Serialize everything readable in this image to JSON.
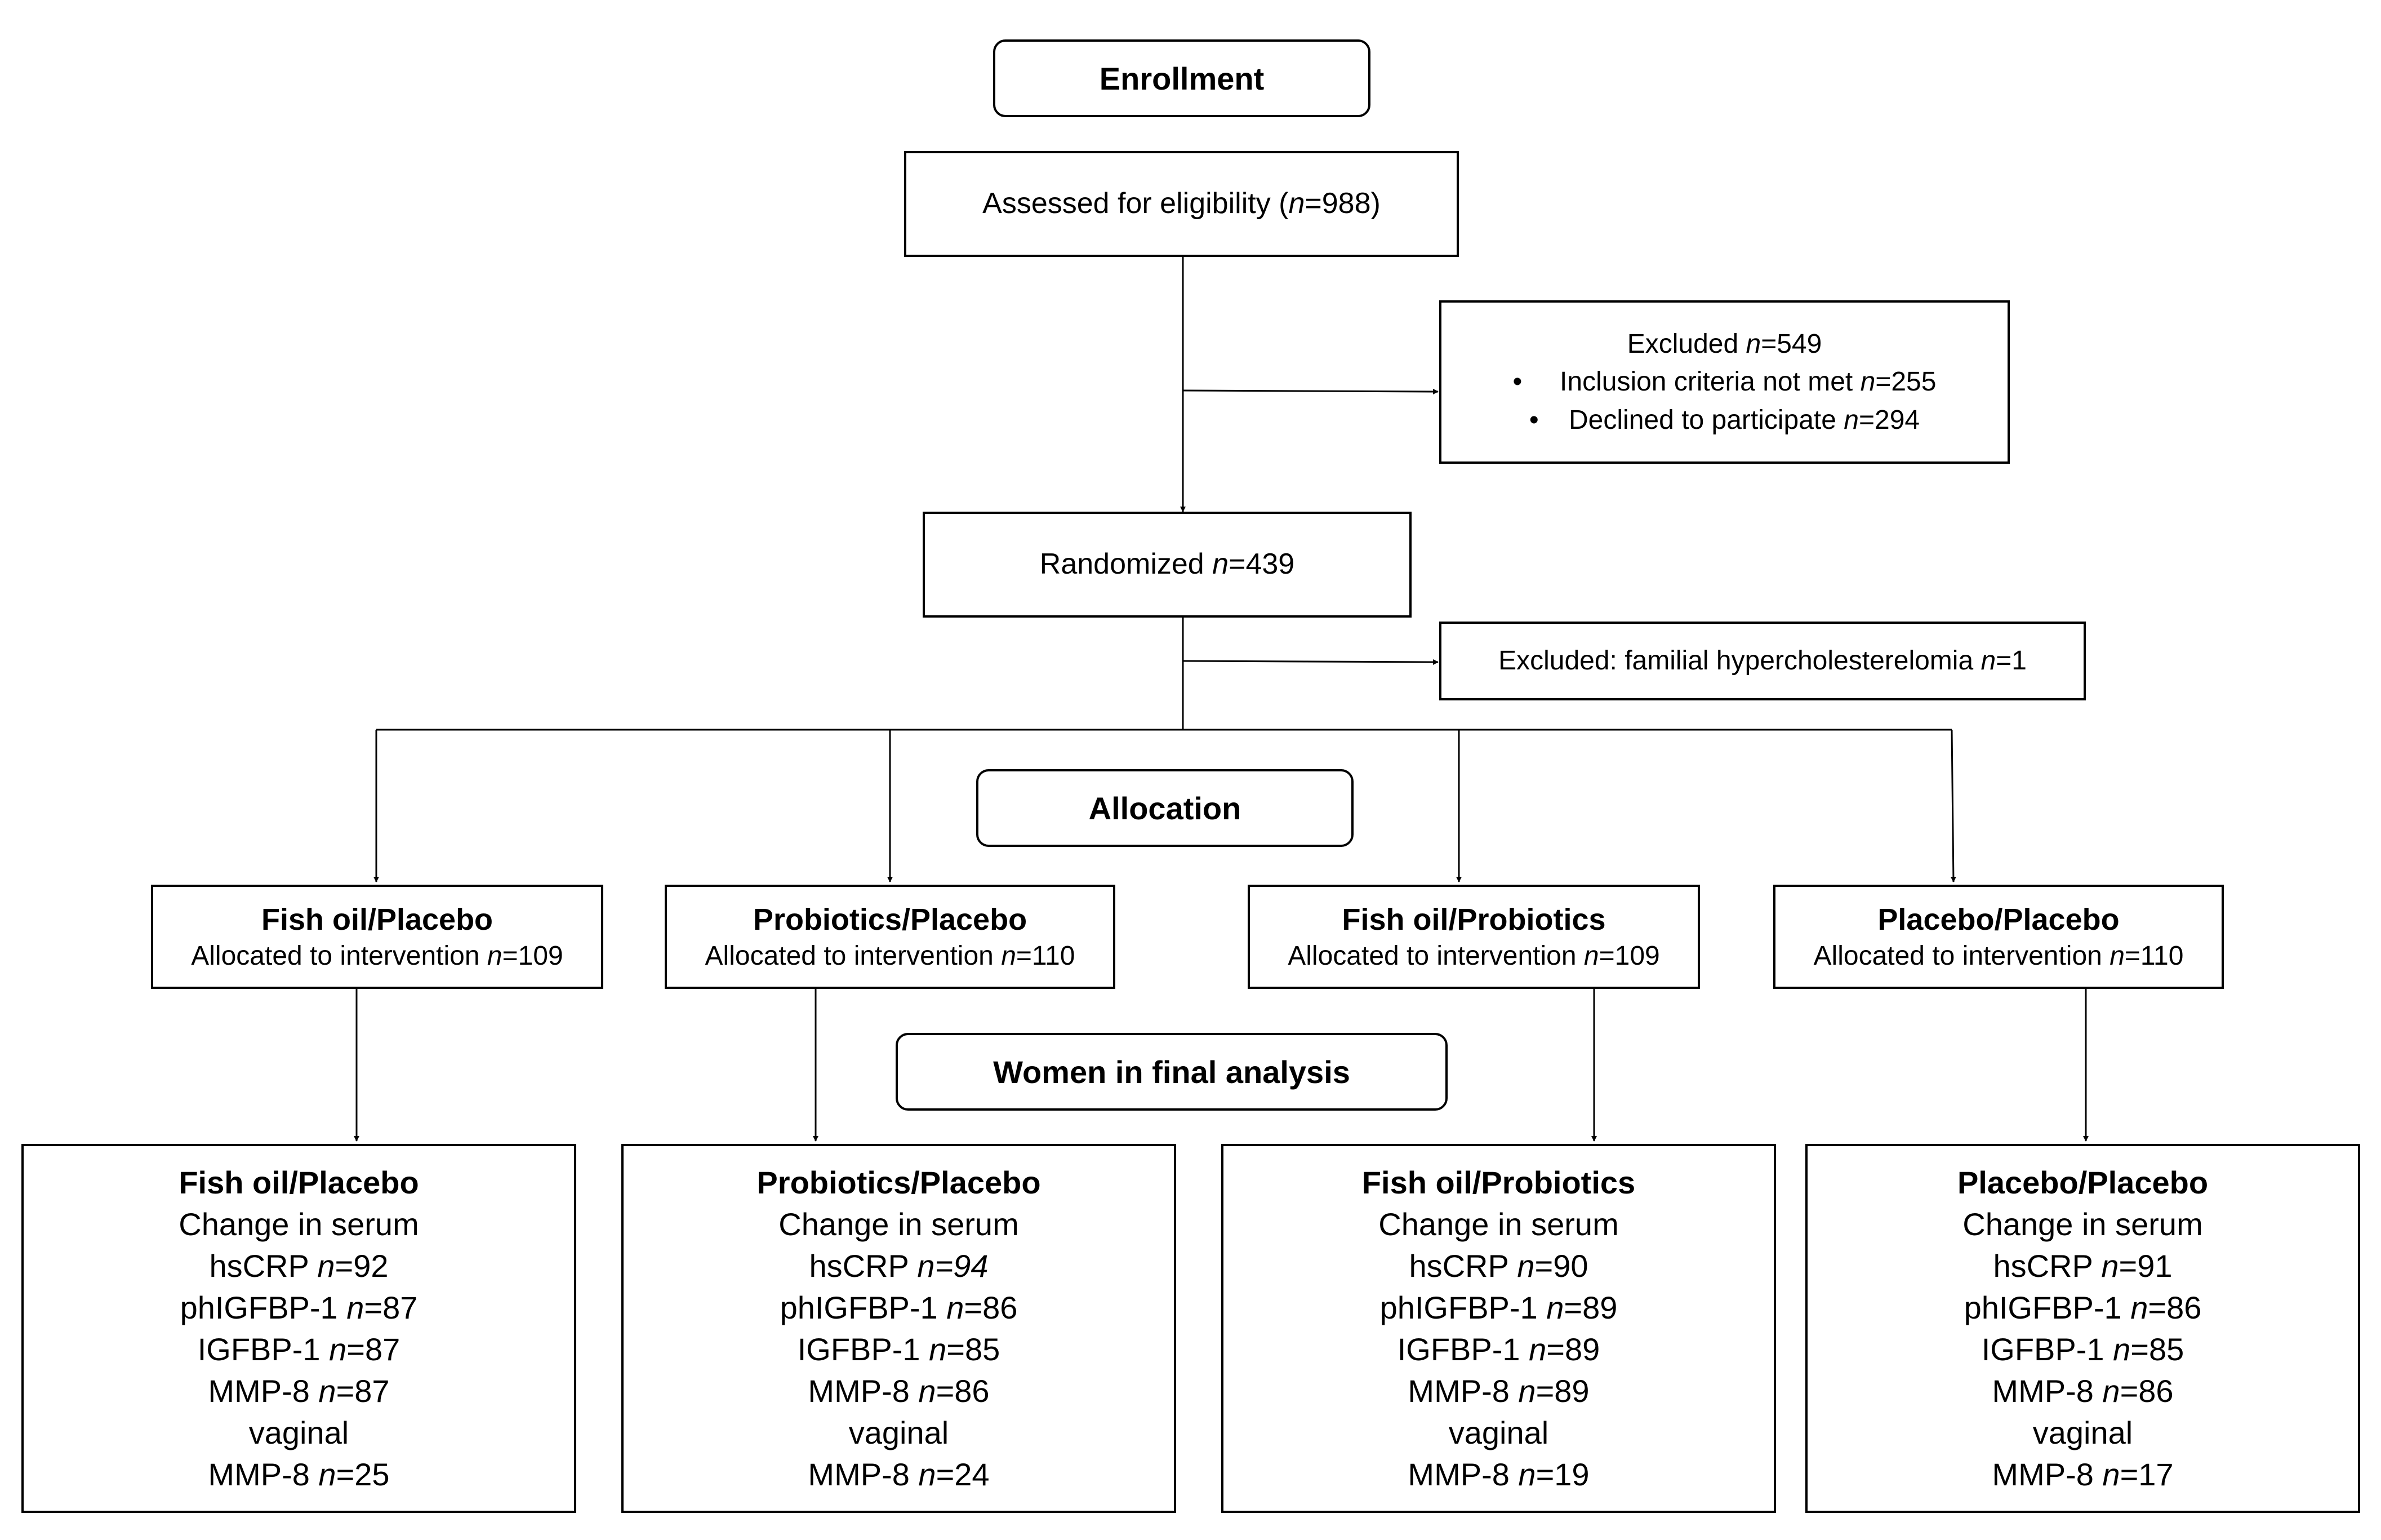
{
  "sections": {
    "enrollment": "Enrollment",
    "allocation": "Allocation",
    "final_analysis": "Women in final analysis"
  },
  "assessed": {
    "label": "Assessed for eligibility (",
    "n_symbol": "n",
    "value": "=988)"
  },
  "excluded_main": {
    "line1_label": "Excluded ",
    "line1_n": "n",
    "line1_value": "=549",
    "bullets": [
      {
        "bullet": "•",
        "label": "Inclusion criteria not met ",
        "n": "n",
        "value": "=255"
      },
      {
        "bullet": "•",
        "label": "Declined to participate ",
        "n": "n",
        "value": "=294"
      }
    ]
  },
  "randomized": {
    "label": "Randomized ",
    "n_symbol": "n",
    "value": "=439"
  },
  "excluded_random": {
    "label": "Excluded: familial hypercholesterelomia ",
    "n_symbol": "n",
    "value": "=1"
  },
  "allocation_groups": [
    {
      "title": "Fish oil/Placebo",
      "sub_label": "Allocated to intervention ",
      "n_symbol": "n",
      "value": "=109"
    },
    {
      "title": "Probiotics/Placebo",
      "sub_label": "Allocated to intervention ",
      "n_symbol": "n",
      "value": "=110"
    },
    {
      "title": "Fish oil/Probiotics",
      "sub_label": "Allocated to intervention ",
      "n_symbol": "n",
      "value": "=109"
    },
    {
      "title": "Placebo/Placebo",
      "sub_label": "Allocated to intervention ",
      "n_symbol": "n",
      "value": "=110"
    }
  ],
  "final_groups": [
    {
      "title": "Fish oil/Placebo",
      "change": "Change in serum",
      "hscrp": "hsCRP ",
      "hscrp_n": "n",
      "hscrp_v": "=92",
      "phigfbp": "phIGFBP-1 ",
      "phigfbp_n": "n",
      "phigfbp_v": "=87",
      "igfbp": "IGFBP-1 ",
      "igfbp_n": "n",
      "igfbp_v": "=87",
      "mmp": "MMP-8 ",
      "mmp_n": "n",
      "mmp_v": "=87",
      "vaginal": "vaginal",
      "vmmp": "MMP-8 ",
      "vmmp_n": "n",
      "vmmp_v": "=25"
    },
    {
      "title": "Probiotics/Placebo",
      "change": "Change in serum",
      "hscrp": "hsCRP ",
      "hscrp_n": "n",
      "hscrp_v": "=94",
      "phigfbp": "phIGFBP-1 ",
      "phigfbp_n": "n",
      "phigfbp_v": "=86",
      "igfbp": "IGFBP-1 ",
      "igfbp_n": "n",
      "igfbp_v": "=85",
      "mmp": "MMP-8 ",
      "mmp_n": "n",
      "mmp_v": "=86",
      "vaginal": "vaginal",
      "vmmp": "MMP-8 ",
      "vmmp_n": "n",
      "vmmp_v": "=24"
    },
    {
      "title": "Fish oil/Probiotics",
      "change": "Change in serum",
      "hscrp": "hsCRP ",
      "hscrp_n": "n",
      "hscrp_v": "=90",
      "phigfbp": "phIGFBP-1 ",
      "phigfbp_n": "n",
      "phigfbp_v": "=89",
      "igfbp": "IGFBP-1 ",
      "igfbp_n": "n",
      "igfbp_v": "=89",
      "mmp": "MMP-8 ",
      "mmp_n": "n",
      "mmp_v": "=89",
      "vaginal": "vaginal",
      "vmmp": "MMP-8 ",
      "vmmp_n": "n",
      "vmmp_v": "=19"
    },
    {
      "title": "Placebo/Placebo",
      "change": "Change in serum",
      "hscrp": "hsCRP ",
      "hscrp_n": "n",
      "hscrp_v": "=91",
      "phigfbp": "phIGFBP-1 ",
      "phigfbp_n": "n",
      "phigfbp_v": "=86",
      "igfbp": "IGFBP-1 ",
      "igfbp_n": "n",
      "igfbp_v": "=85",
      "mmp": "MMP-8 ",
      "mmp_n": "n",
      "mmp_v": "=86",
      "vaginal": "vaginal",
      "vmmp": "MMP-8 ",
      "vmmp_n": "n",
      "vmmp_v": "=17"
    }
  ]
}
